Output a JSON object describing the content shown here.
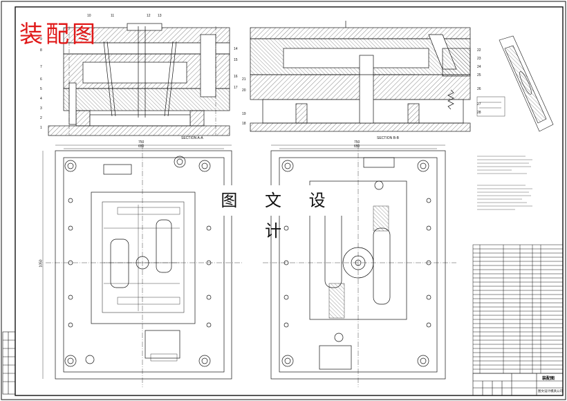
{
  "watermark": "装配图",
  "overlay_title": "图 文 设 计",
  "views": {
    "section_a": "SECTION A-A",
    "section_b": "SECTION B-B"
  },
  "dimensions": {
    "top_width_left": "750",
    "inner_width_left": "650",
    "top_width_right": "750",
    "inner_width_right": "650",
    "height_left": "1050"
  },
  "callouts_left": [
    "1",
    "2",
    "3",
    "4",
    "5",
    "6",
    "7",
    "8",
    "9",
    "10",
    "11",
    "12",
    "13",
    "14",
    "15",
    "16",
    "17"
  ],
  "callouts_right": [
    "18",
    "19",
    "20",
    "21",
    "22",
    "23",
    "24",
    "25",
    "26",
    "27",
    "28"
  ],
  "title_block": {
    "drawing_title": "装配图",
    "company": "图文设计模具公司"
  },
  "colors": {
    "line": "#111111",
    "watermark": "#e01818",
    "background": "#ffffff"
  }
}
